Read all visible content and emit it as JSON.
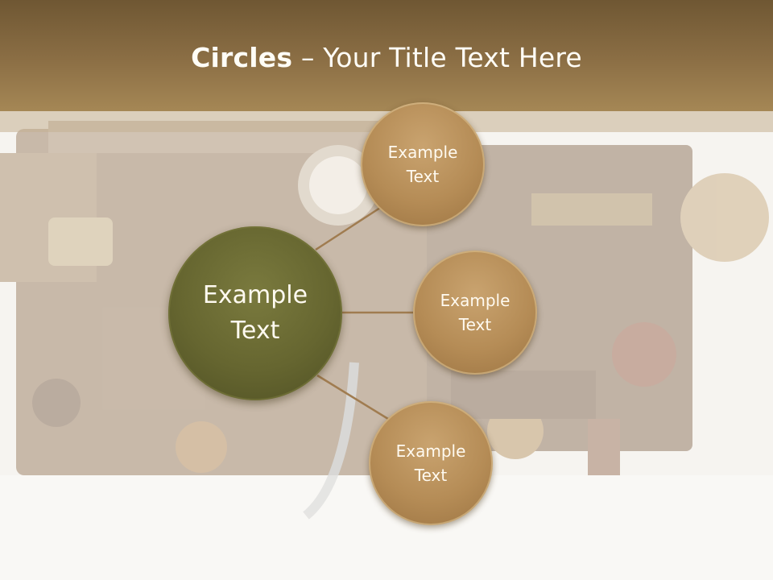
{
  "slide": {
    "title_bold": "Circles",
    "title_rest": " – Your Title Text Here"
  },
  "diagram": {
    "center": {
      "label": "Example\nText",
      "color": "#666630"
    },
    "nodes": [
      {
        "label": "Example\nText"
      },
      {
        "label": "Example\nText"
      },
      {
        "label": "Example\nText"
      }
    ],
    "node_color": "#b58c56",
    "connector_color": "#a07c50"
  },
  "colors": {
    "header": "#8c6f45",
    "background": "#f6f4f0"
  }
}
